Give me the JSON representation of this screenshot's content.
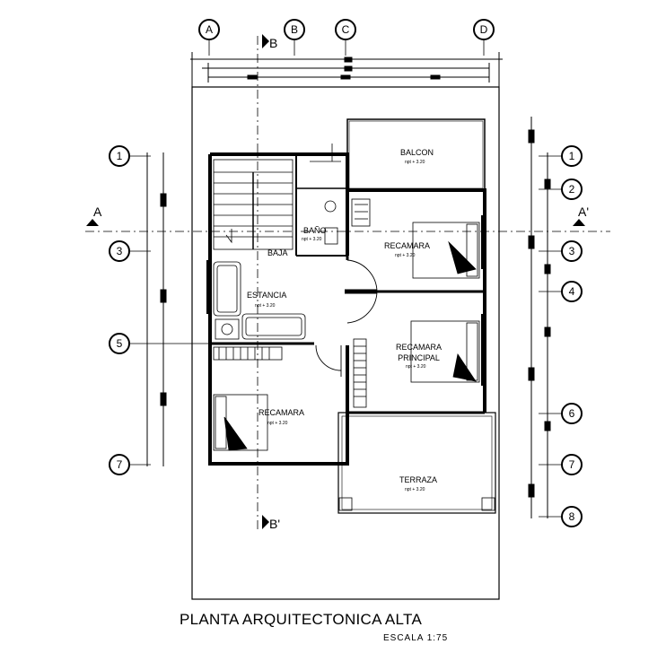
{
  "title": "PLANTA ARQUITECTONICA ALTA",
  "scale": "ESCALA 1:75",
  "grid_letters": [
    "A",
    "B",
    "C",
    "D"
  ],
  "grid_numbers_left": [
    "1",
    "3",
    "5",
    "7"
  ],
  "grid_numbers_right": [
    "1",
    "2",
    "3",
    "4",
    "6",
    "7",
    "8"
  ],
  "section_marks": {
    "a": "A",
    "a_prime": "A'",
    "b": "B",
    "b_prime": "B'"
  },
  "rooms": {
    "balcon": {
      "name": "BALCON",
      "level": "npt + 3.20"
    },
    "recamara_1": {
      "name": "RECAMARA",
      "level": "npt + 3.20"
    },
    "bano": {
      "name": "BAÑO",
      "level": "npt + 3.20"
    },
    "baja": {
      "name": "BAJA"
    },
    "estancia": {
      "name": "ESTANCIA",
      "level": "npt + 3.20"
    },
    "recamara_principal": {
      "name": "RECAMARA\nPRINCIPAL",
      "level": "npt + 3.20"
    },
    "recamara_2": {
      "name": "RECAMARA",
      "level": "npt + 3.20"
    },
    "terraza": {
      "name": "TERRAZA",
      "level": "npt + 3.20"
    }
  }
}
